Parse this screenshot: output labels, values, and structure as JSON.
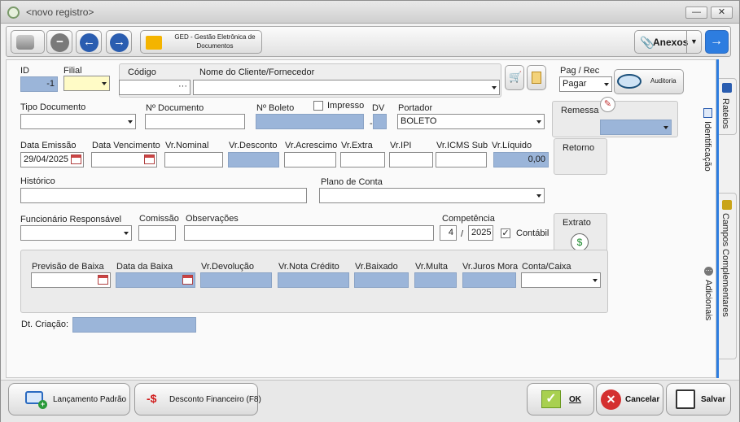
{
  "window": {
    "title": "<novo registro>",
    "minimize": "—",
    "close": "✕"
  },
  "toolbar": {
    "ged_label": "GED - Gestão Eletrônica de Documentos",
    "anexos": "Anexos"
  },
  "form": {
    "id": {
      "label": "ID",
      "value": "-1"
    },
    "filial": {
      "label": "Filial",
      "value": ""
    },
    "codigo": {
      "label": "Código",
      "value": ""
    },
    "cliente": {
      "label": "Nome do Cliente/Fornecedor",
      "value": ""
    },
    "pag_rec": {
      "label": "Pag / Rec",
      "value": "Pagar"
    },
    "auditoria": "Auditoria",
    "tipo_documento": {
      "label": "Tipo Documento",
      "value": ""
    },
    "n_documento": {
      "label": "Nº Documento",
      "value": ""
    },
    "n_boleto": {
      "label": "Nº Boleto",
      "value": ""
    },
    "impresso": {
      "label": "Impresso",
      "checked": false
    },
    "dv": {
      "label": "DV",
      "value": ""
    },
    "portador": {
      "label": "Portador",
      "value": "BOLETO"
    },
    "remessa": "Remessa",
    "data_emissao": {
      "label": "Data Emissão",
      "value": "29/04/2025"
    },
    "data_vencimento": {
      "label": "Data Vencimento",
      "value": ""
    },
    "vr_nominal": {
      "label": "Vr.Nominal",
      "value": ""
    },
    "vr_desconto": {
      "label": "Vr.Desconto",
      "value": ""
    },
    "vr_acrescimo": {
      "label": "Vr.Acrescimo",
      "value": ""
    },
    "vr_extra": {
      "label": "Vr.Extra",
      "value": ""
    },
    "vr_ipi": {
      "label": "Vr.IPI",
      "value": ""
    },
    "vr_icms_sub": {
      "label": "Vr.ICMS Sub",
      "value": ""
    },
    "vr_liquido": {
      "label": "Vr.Líquido",
      "value": "0,00"
    },
    "retorno": "Retorno",
    "historico": {
      "label": "Histórico",
      "value": ""
    },
    "plano_conta": {
      "label": "Plano de Conta",
      "value": ""
    },
    "funcionario": {
      "label": "Funcionário Responsável",
      "value": ""
    },
    "comissao": {
      "label": "Comissão",
      "value": ""
    },
    "observacoes": {
      "label": "Observações",
      "value": ""
    },
    "competencia": {
      "label": "Competência",
      "month": "4",
      "sep": "/",
      "year": "2025"
    },
    "contabil": {
      "label": "Contábil",
      "checked": true
    },
    "extrato": "Extrato",
    "baixa": {
      "previsao": {
        "label": "Previsão de Baixa",
        "value": ""
      },
      "data_baixa": {
        "label": "Data da Baixa",
        "value": ""
      },
      "vr_devolucao": {
        "label": "Vr.Devolução",
        "value": ""
      },
      "vr_nota_credito": {
        "label": "Vr.Nota Crédito",
        "value": ""
      },
      "vr_baixado": {
        "label": "Vr.Baixado",
        "value": ""
      },
      "vr_multa": {
        "label": "Vr.Multa",
        "value": ""
      },
      "vr_juros_mora": {
        "label": "Vr.Juros Mora",
        "value": ""
      },
      "conta_caixa": {
        "label": "Conta/Caixa",
        "value": ""
      }
    },
    "dt_criacao": {
      "label": "Dt. Criação:",
      "value": ""
    }
  },
  "side_tabs": [
    "Rateios",
    "Identificação",
    "Campos Complementares",
    "Adicionais"
  ],
  "bottom": {
    "lancamento": "Lançamento Padrão",
    "desconto": "Desconto Financeiro (F8)",
    "ok": "OK",
    "cancelar": "Cancelar",
    "salvar": "Salvar"
  },
  "colors": {
    "blue_field": "#9bb5d9",
    "yellow_field": "#fffbc6",
    "accent": "#2d7de0"
  }
}
